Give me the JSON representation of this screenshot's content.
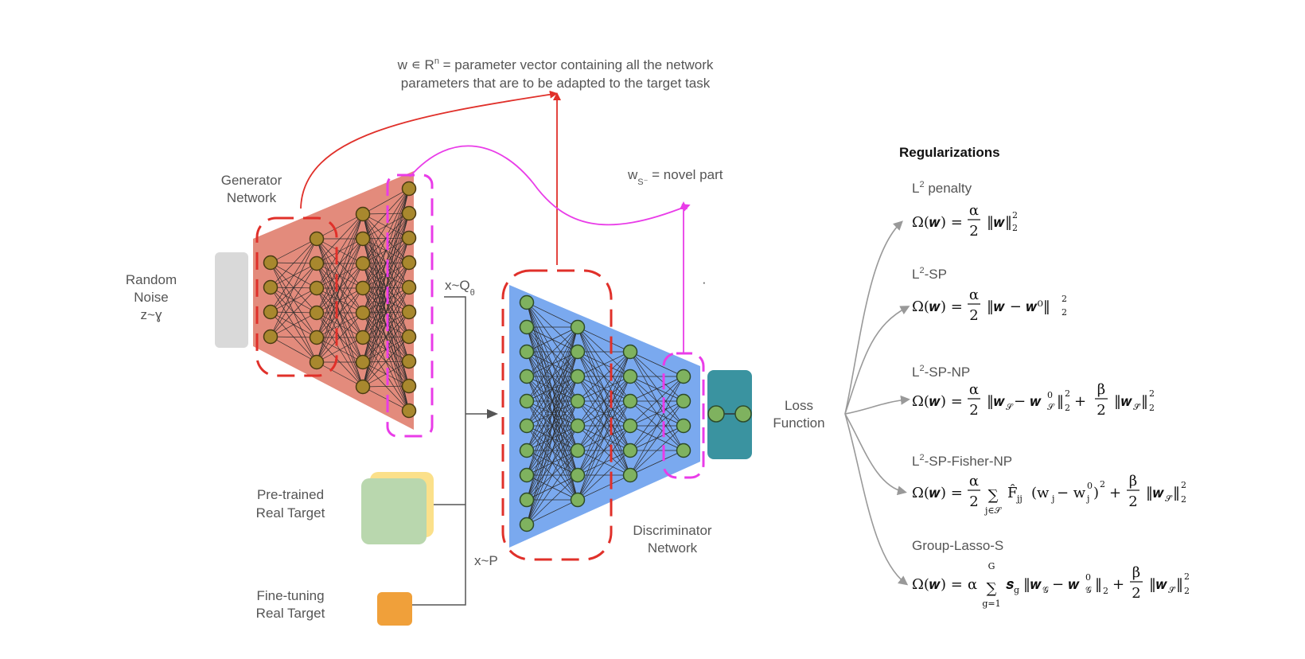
{
  "colors": {
    "generator_fill": "#e38b7c",
    "discriminator_fill": "#7aa9ef",
    "gen_node": "#a8882e",
    "disc_node": "#7fb25f",
    "red_dash": "#e0302a",
    "magenta": "#e93ce8",
    "noise_box": "#d9d9d9",
    "loss_box": "#3a93a0",
    "pretrained_green": "#b9d7ae",
    "pretrained_yellow": "#fbe08a",
    "finetune_orange": "#f0a03a",
    "arrow_gray": "#999999",
    "text_gray": "#555555"
  },
  "labels": {
    "param_line1": "w ∊ R",
    "param_sup": "n",
    "param_line1_rest": " = parameter vector containing all the network",
    "param_line2": "parameters that are to be adapted to the target task",
    "novel_w": "w",
    "novel_sub": "S⁻",
    "novel_rest": " = novel part",
    "gen_line1": "Generator",
    "gen_line2": "Network",
    "noise_line1": "Random",
    "noise_line2": "Noise",
    "noise_line3": "z~ɣ",
    "xq": "x~Q",
    "xq_sub": "θ",
    "xp": "x~P",
    "pretrained_line1": "Pre-trained",
    "pretrained_line2": "Real Target",
    "finetune_line1": "Fine-tuning",
    "finetune_line2": "Real Target",
    "disc_line1": "Discriminator",
    "disc_line2": "Network",
    "loss_line1": "Loss",
    "loss_line2": "Function",
    "dot": "·"
  },
  "regularizations": {
    "title": "Regularizations",
    "items": [
      {
        "name_pre": "L",
        "name_sup": "2",
        "name_post": " penalty"
      },
      {
        "name_pre": "L",
        "name_sup": "2",
        "name_post": "-SP"
      },
      {
        "name_pre": "L",
        "name_sup": "2",
        "name_post": "-SP-NP"
      },
      {
        "name_pre": "L",
        "name_sup": "2",
        "name_post": "-SP-Fisher-NP"
      },
      {
        "name_pre": "",
        "name_sup": "",
        "name_post": "Group-Lasso-S"
      }
    ],
    "formula_texts": {
      "omega": "Ω(𝒘) =",
      "alpha": "α",
      "beta": "β",
      "two": "2",
      "f1_norm": "‖𝒘‖",
      "f2_norm": "‖𝒘 − 𝒘⁰‖",
      "f3_norm1": "‖𝒘",
      "f3_s": "𝒮",
      "f3_minus": " − 𝒘",
      "f3_zero": "0",
      "f3_close": "‖",
      "plus": "+",
      "f3_norm2": "‖𝒘",
      "f3_sbar": "𝒮̄",
      "f4_sum": "∑",
      "f4_sum_sub": "j∈𝒮",
      "f4_F": "F̂",
      "f4_jj": "jj",
      "f4_paren": "(w",
      "f4_j": "j",
      "f4_minus_w": " − w",
      "f4_j0": "j",
      "f4_zero": "0",
      "f4_close": ")",
      "f5_alpha": "α",
      "f5_sum_top": "G",
      "f5_sum_bot": "g=1",
      "f5_s": "𝒔",
      "f5_g": "g",
      "f5_norm": "‖𝒘",
      "f5_G": "𝒢",
      "f5_Gg": "g",
      "f5_minus": " − 𝒘",
      "sub2": "2",
      "sup2": "2"
    }
  }
}
